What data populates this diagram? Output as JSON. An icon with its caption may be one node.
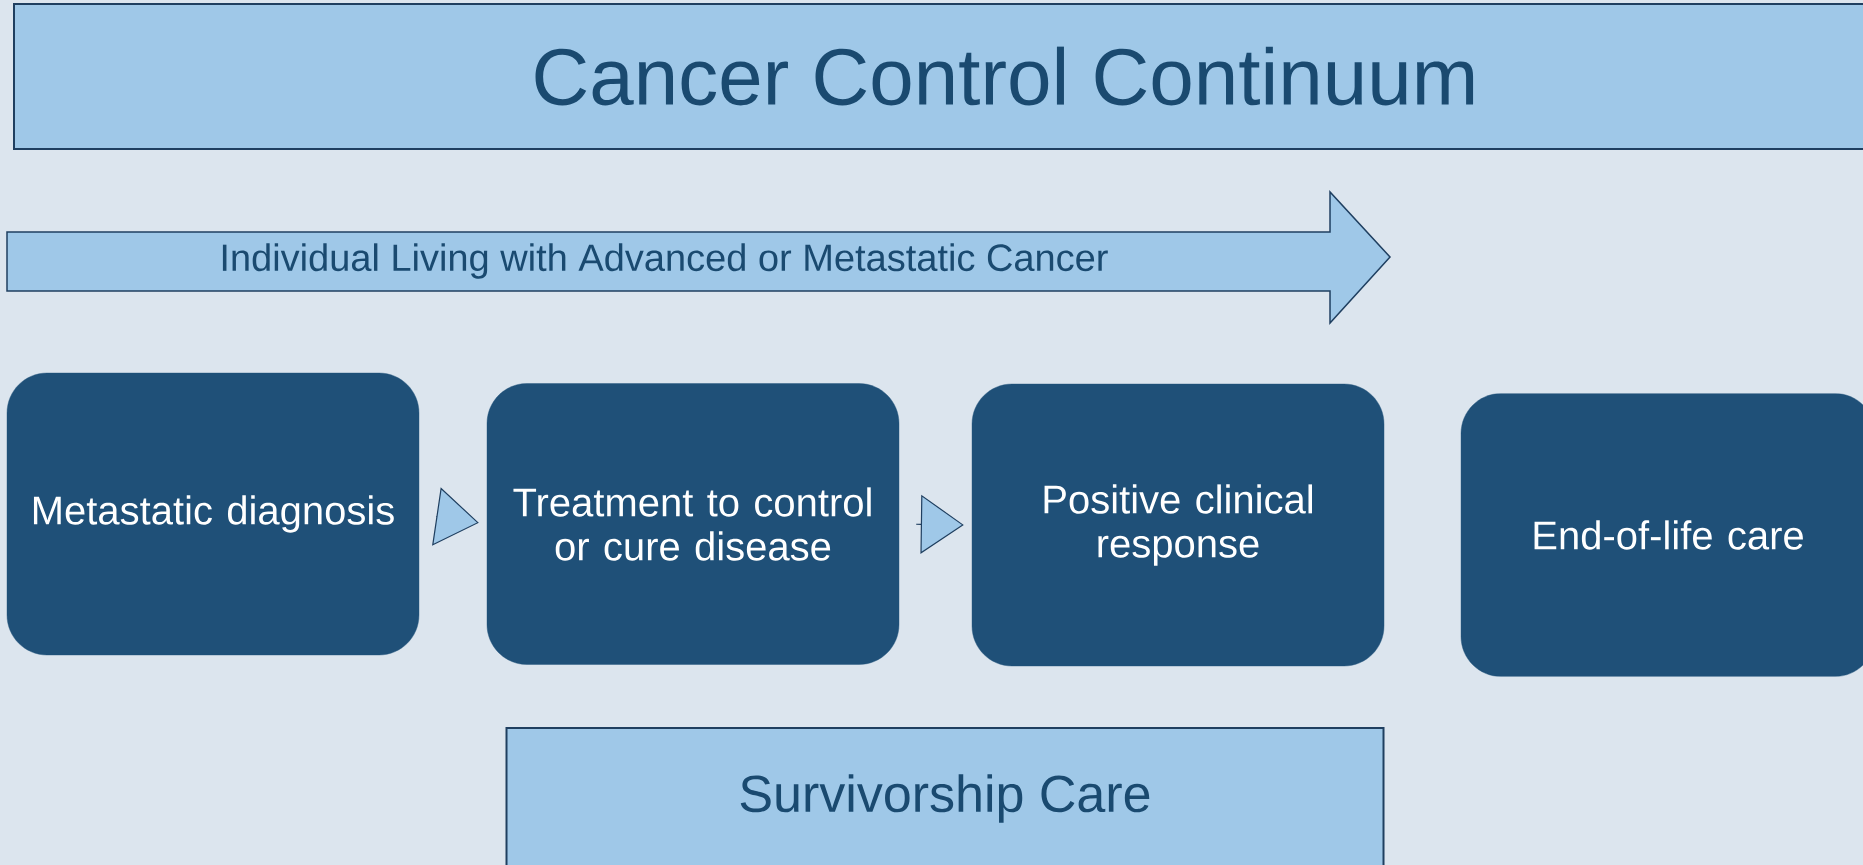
{
  "diagram": {
    "title": "Cancer Control Continuum",
    "nodes": [
      {
        "text": [
          "Individual Living with Advanced or Metastatic Cancer"
        ]
      },
      {
        "text": [
          "Metastatic diagnosis"
        ]
      },
      {
        "text": [
          "Treatment to control or cure disease"
        ]
      },
      {
        "text": [
          "Positive clinical response"
        ]
      },
      {
        "text": [
          "End-of-life care"
        ]
      },
      {
        "text": [
          "Survivorship Care"
        ]
      }
    ],
    "edges": [
      {
        "from": 1,
        "to": 2,
        "arrow": "to"
      },
      {
        "from": 2,
        "to": 3,
        "arrow": "to"
      }
    ]
  }
}
